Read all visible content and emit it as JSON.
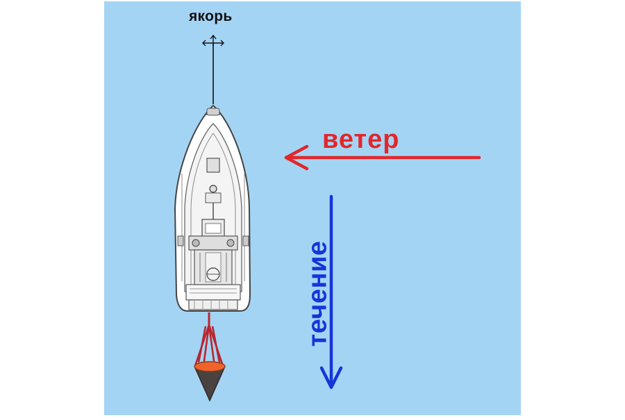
{
  "labels": {
    "anchor": "якорь",
    "wind": "ветер",
    "current": "течение"
  },
  "colors": {
    "water": "#a4d4f4",
    "wind_arrow": "#e3262a",
    "current_arrow": "#1435d8",
    "sea_anchor_rope": "#b8262e",
    "sea_anchor_cone": "#4a4240",
    "sea_anchor_rim": "#f0642c",
    "hull": "#ffffff",
    "outline": "#3c3c3c"
  },
  "icons": {
    "anchor": "anchor-icon",
    "boat": "sailboat-top-view",
    "sea_anchor": "drogue-icon"
  }
}
